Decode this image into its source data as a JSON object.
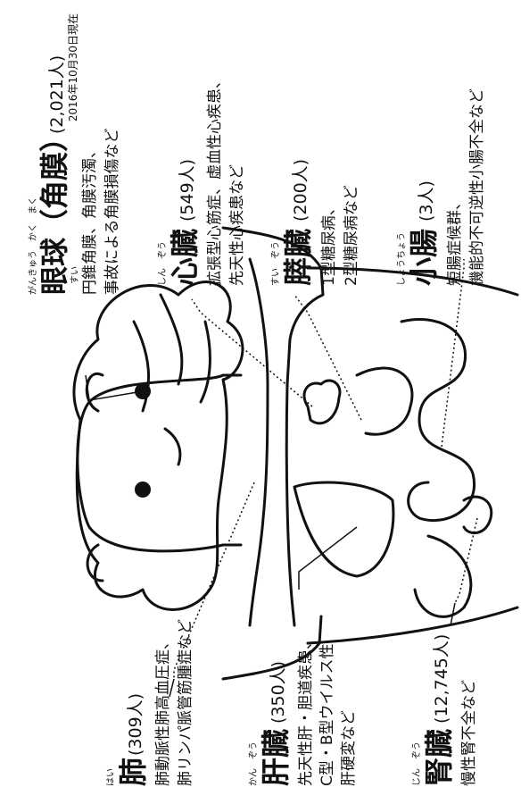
{
  "date_note": "2016年10月30日現在",
  "organs": [
    {
      "id": "eye",
      "ruby": "がんきゅう　かく　まく",
      "name": "眼球（角膜）",
      "count": "(2,021人)",
      "diseases": [
        "円錐角膜、角膜汚濁、",
        "事故による角膜損傷など"
      ],
      "disease_ruby": "すい"
    },
    {
      "id": "heart",
      "ruby": "しん　ぞう",
      "name": "心臓",
      "count": "(549人)",
      "diseases": [
        "拡張型心筋症、虚血性心疾患、",
        "先天性心疾患など"
      ]
    },
    {
      "id": "pancreas",
      "ruby": "すい　ぞう",
      "name": "膵臓",
      "count": "(200人)",
      "diseases": [
        "1型糖尿病、",
        "2型糖尿病など"
      ]
    },
    {
      "id": "intestine",
      "ruby": "しょうちょう",
      "name": "小腸",
      "count": "(3人)",
      "diseases": [
        "短腸症候群、",
        "機能的不可逆性小腸不全など"
      ]
    },
    {
      "id": "lung",
      "ruby": "はい",
      "name": "肺",
      "count": "(309人)",
      "diseases": [
        "肺動脈性肺高血圧症、",
        "肺リンパ脈管筋腫症など"
      ]
    },
    {
      "id": "liver",
      "ruby": "かん　ぞう",
      "name": "肝臓",
      "count": "(350人)",
      "diseases": [
        "先天性肝・胆道疾患、",
        "C型・B型ウイルス性",
        "肝硬変など"
      ]
    },
    {
      "id": "kidney",
      "ruby": "じん　ぞう",
      "name": "腎臓",
      "count": "(12,745人)",
      "diseases": [
        "慢性腎不全など"
      ]
    }
  ]
}
